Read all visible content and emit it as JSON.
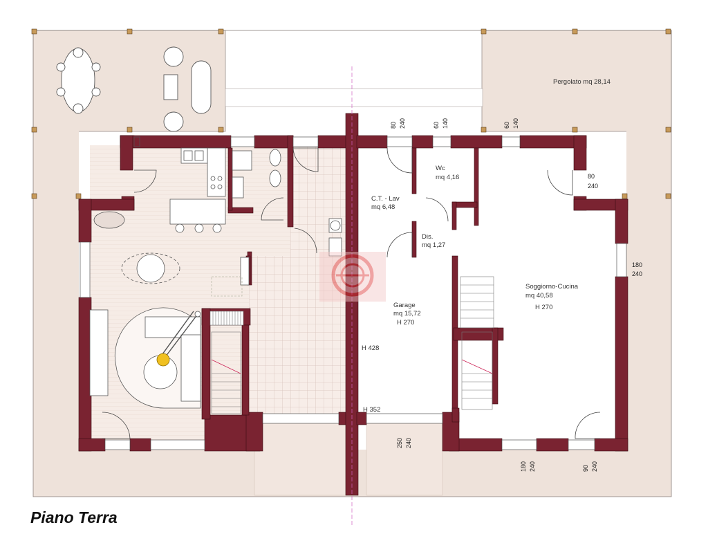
{
  "title": "Piano Terra",
  "colors": {
    "wall": "#7a2331",
    "terrace": "#eee2da",
    "floor_tiles": "#f5eae4",
    "lamp": "#f0c020"
  },
  "rooms": {
    "pergola": {
      "name": "Pergolato mq 28,14"
    },
    "ct_lav": {
      "name": "C.T. - Lav",
      "area": "mq 6,48"
    },
    "wc": {
      "name": "Wc",
      "area": "mq 4,16"
    },
    "dis": {
      "name": "Dis.",
      "area": "mq 1,27"
    },
    "garage": {
      "name": "Garage",
      "area": "mq 15,72",
      "height": "H 270"
    },
    "soggiorno": {
      "name": "Soggiorno-Cucina",
      "area": "mq 40,58",
      "height": "H 270"
    }
  },
  "heights": {
    "h428": "H 428",
    "h352": "H 352"
  },
  "dimensions": {
    "d1": [
      "80",
      "240"
    ],
    "d2": [
      "60",
      "140"
    ],
    "d3": [
      "60",
      "140"
    ],
    "d4": [
      "80",
      "240"
    ],
    "d5": [
      "180",
      "240"
    ],
    "d6": [
      "250",
      "240"
    ],
    "d7": [
      "180",
      "240"
    ],
    "d8": [
      "90",
      "240"
    ]
  }
}
